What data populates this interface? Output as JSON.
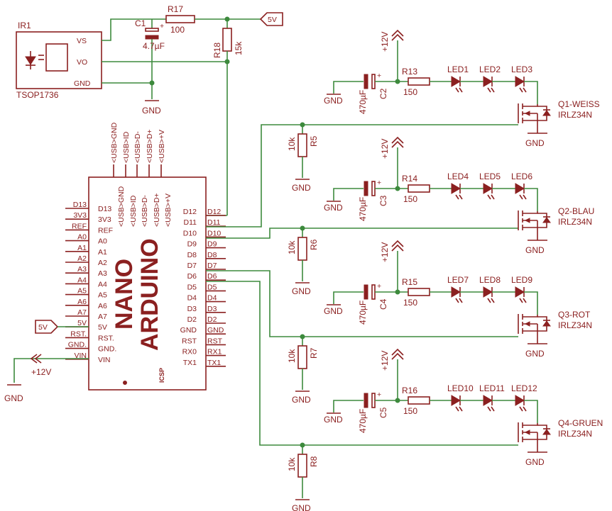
{
  "ir": {
    "name": "IR1",
    "part": "TSOP1736",
    "pins": [
      "VS",
      "VO",
      "GND"
    ]
  },
  "c1": {
    "name": "C1",
    "value": "4.7µF"
  },
  "r17": {
    "name": "R17",
    "value": "100"
  },
  "r18": {
    "name": "R18",
    "value": "15k"
  },
  "supply_5v": "5V",
  "gnd": "GND",
  "supply_12v": "+12V",
  "arduino": {
    "title_line1": "NANO",
    "title_line2": "ARDUINO",
    "icsp": "ICSP",
    "top_pins": [
      "<USB>GND",
      "<USB>ID",
      "<USB>D-",
      "<USB>D+",
      "<USB>+V"
    ],
    "left_outer": [
      "D13",
      "3V3",
      "REF",
      "A0",
      "A1",
      "A2",
      "A3",
      "A4",
      "A5",
      "A6",
      "A7",
      "5V",
      "RST.",
      "GND.",
      "VIN"
    ],
    "left_inner": [
      "D13",
      "3V3",
      "REF",
      "A0",
      "A1",
      "A2",
      "A3",
      "A4",
      "A5",
      "A6",
      "A7",
      "5V",
      "RST.",
      "GND.",
      "VIN"
    ],
    "right_inner": [
      "D12",
      "D11",
      "D10",
      "D9",
      "D8",
      "D7",
      "D6",
      "D5",
      "D4",
      "D3",
      "D2",
      "GND",
      "RST",
      "RX0",
      "TX1"
    ],
    "right_outer": [
      "D12",
      "D11",
      "D10",
      "D9",
      "D8",
      "D7",
      "D6",
      "D5",
      "D4",
      "D3",
      "D2",
      "GND",
      "RST",
      "RX1",
      "TX1"
    ]
  },
  "channels": [
    {
      "cap": "C2",
      "cap_value": "470µF",
      "res": "R13",
      "res_value": "150",
      "leds": [
        "LED1",
        "LED2",
        "LED3"
      ],
      "gate_res": "R5",
      "gate_value": "10k",
      "fet": "Q1-WEISS",
      "fet_part": "IRLZ34N"
    },
    {
      "cap": "C3",
      "cap_value": "470µF",
      "res": "R14",
      "res_value": "150",
      "leds": [
        "LED4",
        "LED5",
        "LED6"
      ],
      "gate_res": "R6",
      "gate_value": "10k",
      "fet": "Q2-BLAU",
      "fet_part": "IRLZ34N"
    },
    {
      "cap": "C4",
      "cap_value": "470µF",
      "res": "R15",
      "res_value": "150",
      "leds": [
        "LED7",
        "LED8",
        "LED9"
      ],
      "gate_res": "R7",
      "gate_value": "10k",
      "fet": "Q3-ROT",
      "fet_part": "IRLZ34N"
    },
    {
      "cap": "C5",
      "cap_value": "470µF",
      "res": "R16",
      "res_value": "150",
      "leds": [
        "LED10",
        "LED11",
        "LED12"
      ],
      "gate_res": "R8",
      "gate_value": "10k",
      "fet": "Q4-GRUEN",
      "fet_part": "IRLZ34N"
    }
  ]
}
